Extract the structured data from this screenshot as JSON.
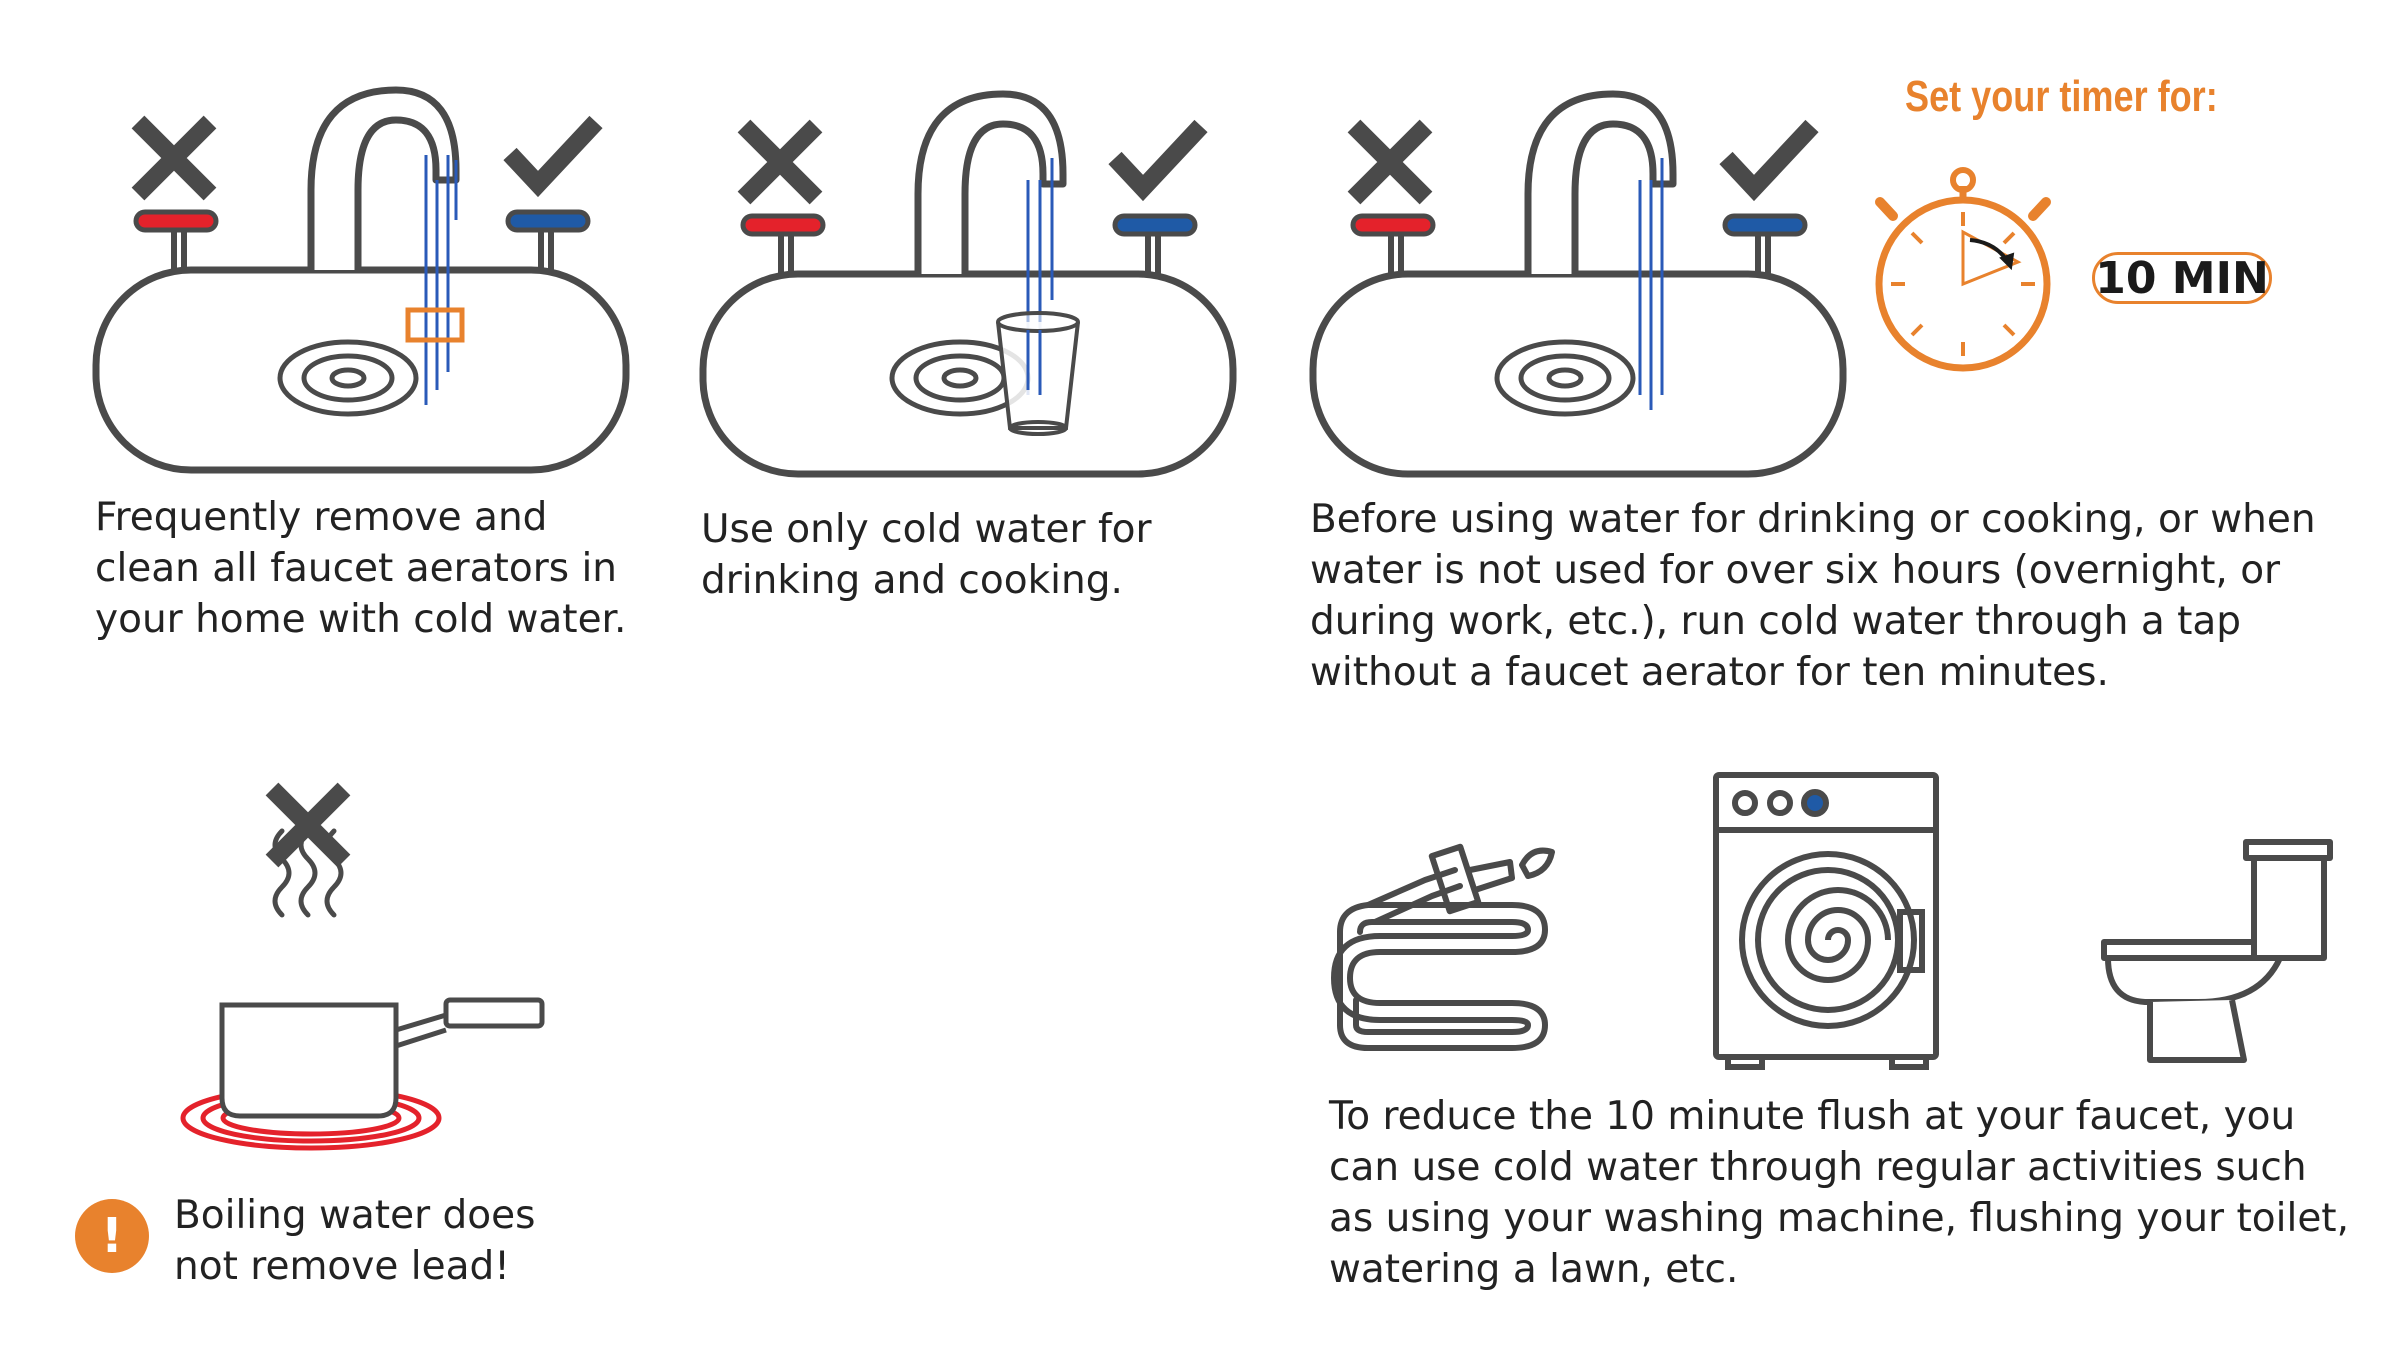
{
  "panels": {
    "aerator": {
      "caption": "Frequently remove and\nclean all faucet aerators in\nyour home with cold water."
    },
    "cold_only": {
      "caption": "Use only cold water for\ndrinking and cooking."
    },
    "flush": {
      "caption": "Before using water for drinking or cooking, or when\nwater is not used for over six hours (overnight, or\nduring work, etc.), run cold water through a tap\nwithout a faucet aerator for ten minutes."
    },
    "boiling": {
      "caption": "Boiling water does\nnot remove lead!",
      "alert_symbol": "!"
    },
    "reduce_flush": {
      "caption": "To reduce the 10 minute flush at your faucet, you\ncan use cold water through regular activities such\nas using your washing machine, flushing your toilet,\nwatering a lawn, etc."
    }
  },
  "timer": {
    "title": "Set your timer for:",
    "duration": "10 MIN"
  },
  "icons": {
    "wrong": "x-mark-icon",
    "right": "check-mark-icon",
    "timer": "stopwatch-icon",
    "hose": "garden-hose-icon",
    "washer": "washing-machine-icon",
    "toilet": "toilet-icon",
    "pot": "boiling-pot-icon",
    "alert": "exclamation-icon"
  },
  "colors": {
    "outline": "#4a4a4a",
    "hot": "#e4222b",
    "cold": "#1f5aa6",
    "water": "#2a5ab8",
    "accent": "#e8822d"
  }
}
